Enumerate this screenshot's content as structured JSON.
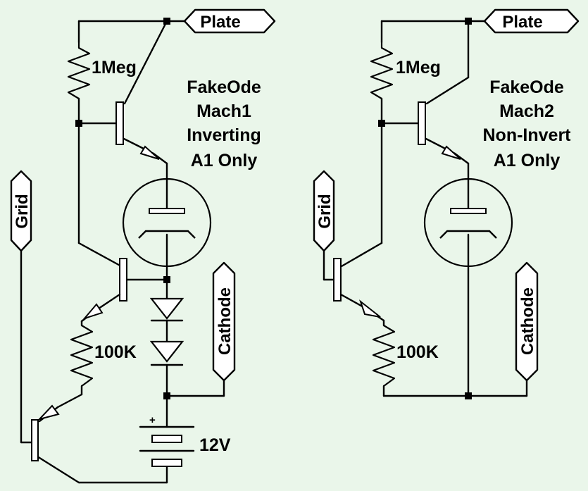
{
  "left_circuit": {
    "plate_label": "Plate",
    "grid_label": "Grid",
    "cathode_label": "Cathode",
    "resistor_top": "1Meg",
    "resistor_mid": "100K",
    "battery_value": "12V",
    "battery_plus": "+",
    "title_lines": [
      "FakeOde",
      "Mach1",
      "Inverting",
      "A1 Only"
    ]
  },
  "right_circuit": {
    "plate_label": "Plate",
    "grid_label": "Grid",
    "cathode_label": "Cathode",
    "resistor_top": "1Meg",
    "resistor_mid": "100K",
    "title_lines": [
      "FakeOde",
      "Mach2",
      "Non-Invert",
      "A1 Only"
    ]
  },
  "colors": {
    "background": "#eaf6ea",
    "wire": "#000000",
    "flag_fill": "#ffffff"
  }
}
